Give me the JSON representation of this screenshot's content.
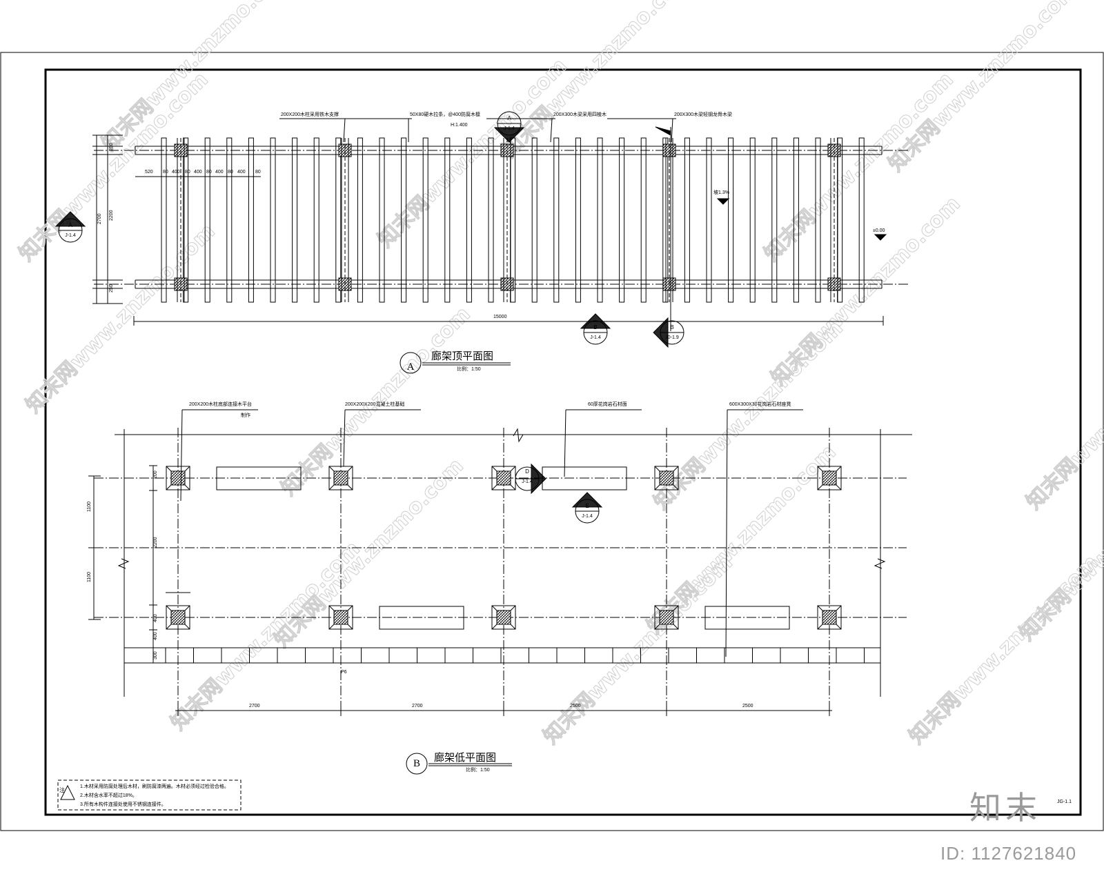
{
  "plan_a": {
    "marker": "A",
    "title": "廊架顶平面图",
    "scale": "比例：1:50",
    "callouts": [
      "200X200木柱采用铁木支撑",
      "50X80硬木拉条，@400防腐木檩",
      "200X300木梁采用四棱木",
      "200X300木梁轻钢龙骨木梁"
    ],
    "callout_sub": "H:1.400",
    "dim_total": "15000",
    "dims_top": [
      "520",
      "80",
      "400",
      "80",
      "400",
      "80",
      "400",
      "80",
      "400",
      "80"
    ],
    "dims_side": [
      "250",
      "2200",
      "250"
    ],
    "dim_side_total": "2700",
    "slope_label": "坡1.3%",
    "level_label": "±0.00"
  },
  "plan_b": {
    "marker": "B",
    "title": "廊架低平面图",
    "scale": "比例：1:50",
    "callouts": [
      "200X200木柱底部连接木平台",
      "200X200X200混凝土柱基础",
      "60厚花岗岩石材面",
      "600X300X30花岗岩石材座凳"
    ],
    "callout_sub": "制作",
    "dims_bottom": [
      "2700",
      "2700",
      "2500",
      "2500"
    ],
    "dims_left": [
      "1100",
      "1100"
    ],
    "dim_left_total": "2200",
    "dims_small": [
      "200",
      "400",
      "400",
      "300"
    ],
    "paving_label": "P6"
  },
  "section_marks": [
    {
      "id": "A",
      "ref": "J-1.4"
    },
    {
      "id": "A",
      "ref": "J-1.4"
    },
    {
      "id": "B",
      "ref": "J-1.4"
    },
    {
      "id": "B",
      "ref": "J0-1.9"
    },
    {
      "id": "D",
      "ref": "J-1.4"
    },
    {
      "id": "E",
      "ref": "J-1.4"
    }
  ],
  "notes": {
    "mark": "注",
    "lines": [
      "1.木材采用防腐处理后木材，刷防腐漆两遍。木材必须经过检验合格。",
      "2.木材含水率不超过18%。",
      "3.所有木构件连接处使用不锈钢连接件。"
    ]
  },
  "sheet_no": "JG-1.1",
  "brand": "知末",
  "id_label": "ID: 1127621840",
  "watermark": "知末网www.znzmo.com"
}
